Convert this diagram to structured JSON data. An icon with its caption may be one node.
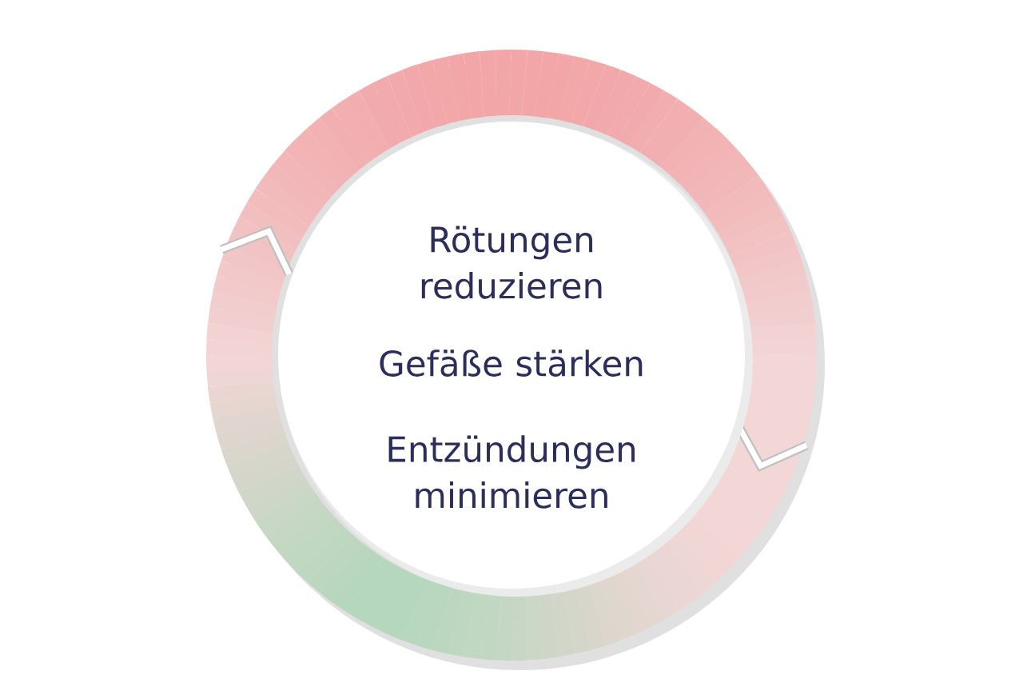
{
  "diagram": {
    "nodes": [
      {
        "text": [
          "Rötungen reduzieren",
          "Gefäße stärken",
          "Entzündungen minimieren"
        ]
      }
    ]
  }
}
